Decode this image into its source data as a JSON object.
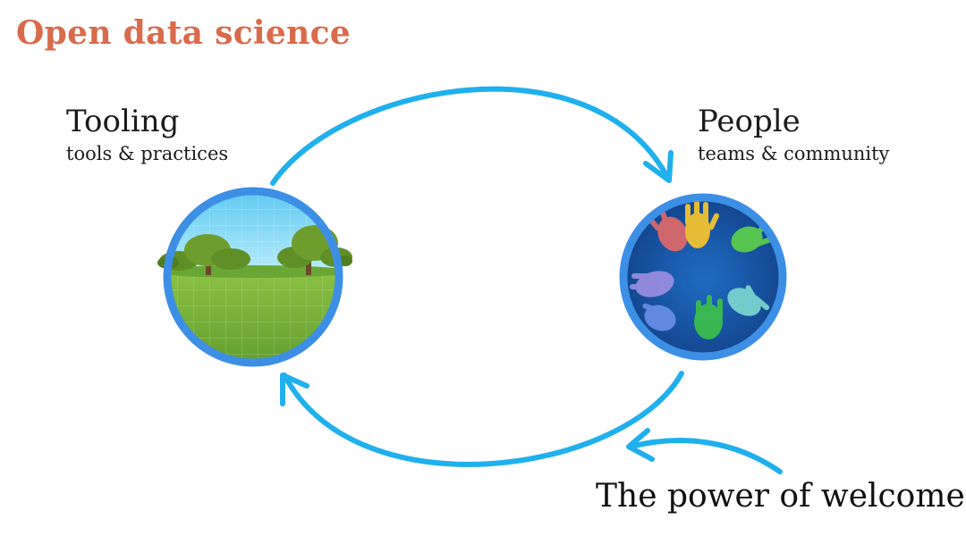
{
  "title": "Open data science",
  "nodes": {
    "tooling": {
      "heading": "Tooling",
      "subheading": "tools & practices",
      "image": "landscape-with-trees-illustration"
    },
    "people": {
      "heading": "People",
      "subheading": "teams & community",
      "image": "colorful-hands-illustration"
    }
  },
  "callout": "The power of welcome",
  "colors": {
    "title": "#d96b4c",
    "arrow": "#1fb0ee",
    "ring": "#3d8fe6",
    "sky": "#8fdcf5",
    "grass": "#7fb83a",
    "hands_background": "#1d5aa8"
  },
  "icons": {
    "cycle_arrows": "curved-arrow-icon",
    "callout_arrow": "curved-arrow-icon"
  }
}
